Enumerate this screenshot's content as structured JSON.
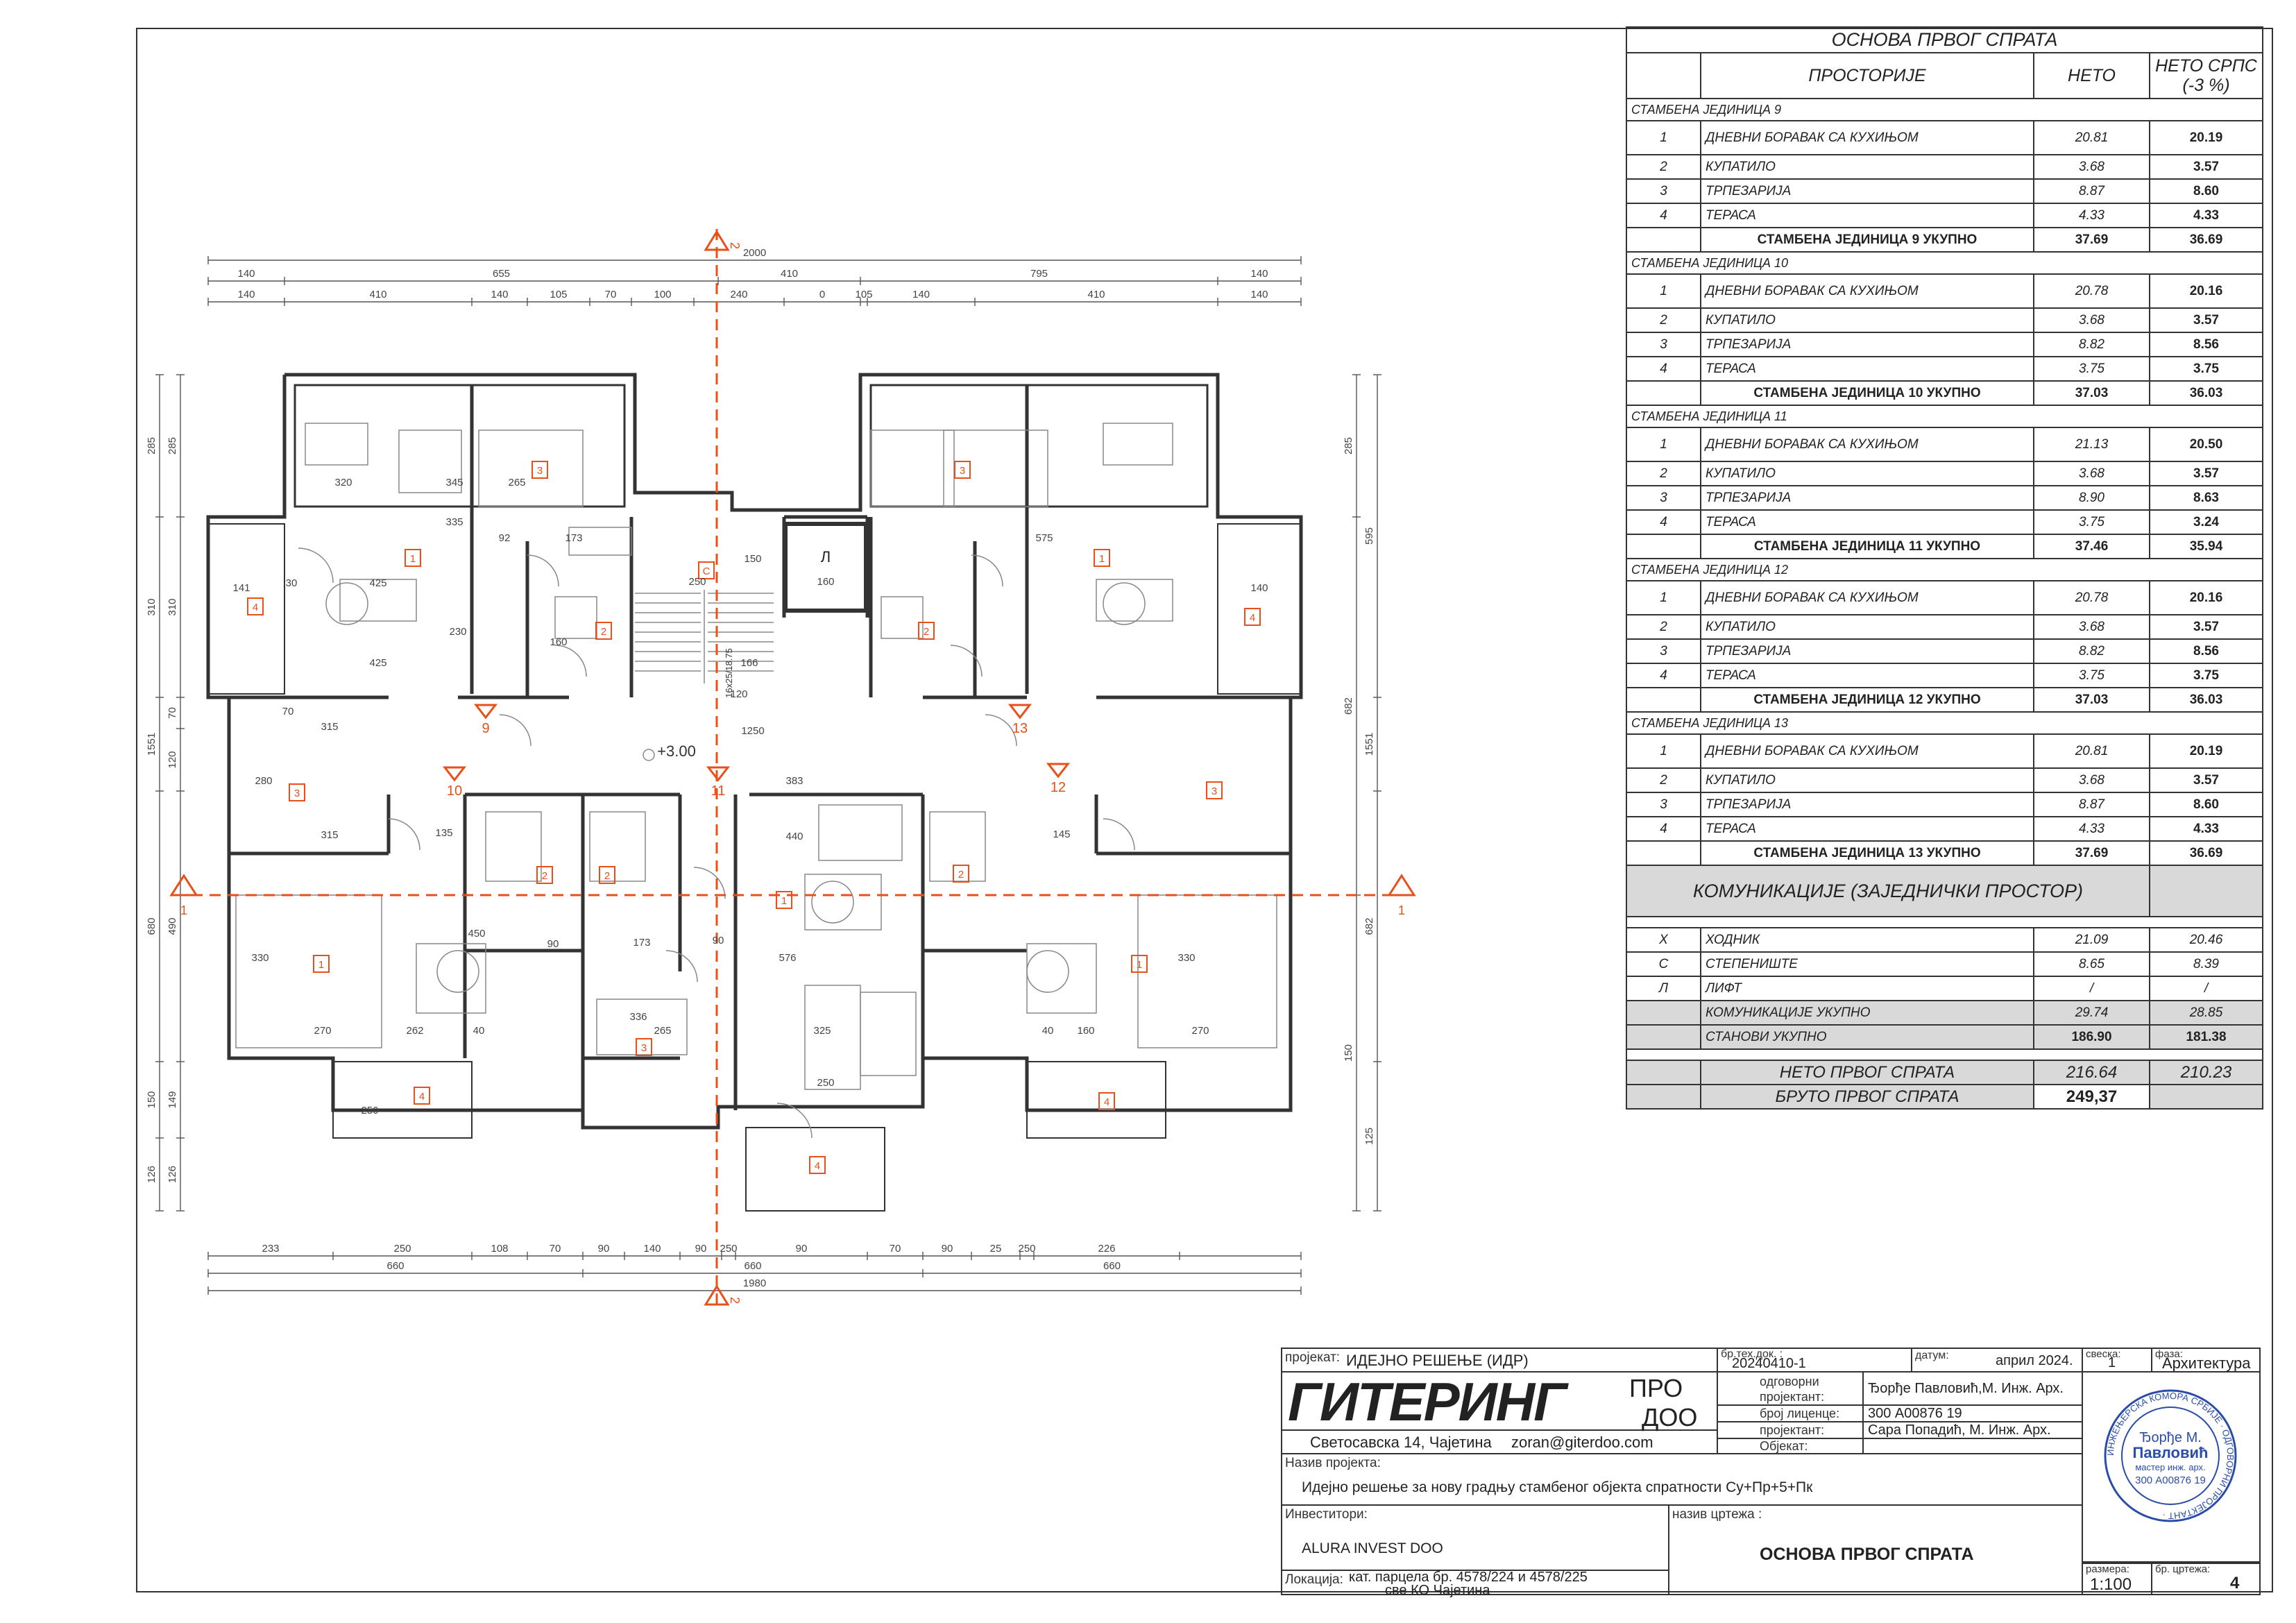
{
  "plan": {
    "dims_top_1": [
      "140",
      "655",
      "410",
      "795",
      "140"
    ],
    "dims_top_total": "2000",
    "dims_top_2": [
      "140",
      "410",
      "140",
      "105",
      "70",
      "100",
      "240",
      "0",
      "105",
      "140",
      "410",
      "140"
    ],
    "dims_bottom_1": [
      "233",
      "250",
      "108",
      "70",
      "90",
      "140",
      "90",
      "250",
      "90",
      "70",
      "90",
      "25",
      "250",
      "226"
    ],
    "dims_bottom_2": [
      "660",
      "660",
      "660"
    ],
    "dims_bottom_total": "1980",
    "dims_left_outer": [
      "285",
      "310",
      "1551",
      "680",
      "150",
      "126"
    ],
    "dims_left_inner": [
      "285",
      "310",
      "70",
      "120",
      "490",
      "149",
      "126"
    ],
    "dims_right_outer": [
      "595",
      "1551",
      "682",
      "125"
    ],
    "dims_right_inner": [
      "285",
      "682",
      "150"
    ],
    "section_2": "2",
    "section_1": "1",
    "level": "+3.00",
    "stair_note": "16x25/18.75",
    "unit_numbers": [
      "9",
      "10",
      "11",
      "12",
      "13"
    ],
    "room_tags": {
      "r1": "1",
      "r2": "2",
      "r3": "3",
      "r4": "4",
      "c": "C",
      "l": "Л"
    },
    "room_dims": [
      "320",
      "345",
      "265",
      "335",
      "425",
      "230",
      "425",
      "315",
      "315",
      "160",
      "92",
      "173",
      "250",
      "150",
      "1250",
      "160",
      "135",
      "440",
      "145",
      "450",
      "576",
      "330",
      "270",
      "262",
      "40",
      "90",
      "336",
      "265",
      "325",
      "250",
      "173",
      "90",
      "40",
      "160",
      "270",
      "120",
      "166",
      "575",
      "141",
      "140",
      "30",
      "70",
      "280",
      "383",
      "330",
      "250"
    ]
  },
  "table": {
    "title": "ОСНОВА ПРВОГ СПРАТА",
    "col_rooms": "ПРОСТОРИЈЕ",
    "col_net": "НЕТО",
    "col_srps": "НЕТО СРПС (-3 %)",
    "units": [
      {
        "name": "СТАМБЕНА ЈЕДИНИЦА 9",
        "rows": [
          [
            "1",
            "ДНЕВНИ БОРАВАК СА КУХИЊОМ",
            "20.81",
            "20.19"
          ],
          [
            "2",
            "КУПАТИЛО",
            "3.68",
            "3.57"
          ],
          [
            "3",
            "ТРПЕЗАРИЈА",
            "8.87",
            "8.60"
          ],
          [
            "4",
            "ТЕРАСА",
            "4.33",
            "4.33"
          ]
        ],
        "total_label": "СТАМБЕНА ЈЕДИНИЦА 9 УКУПНО",
        "total_net": "37.69",
        "total_srps": "36.69"
      },
      {
        "name": "СТАМБЕНА ЈЕДИНИЦА 10",
        "rows": [
          [
            "1",
            "ДНЕВНИ БОРАВАК СА КУХИЊОМ",
            "20.78",
            "20.16"
          ],
          [
            "2",
            "КУПАТИЛО",
            "3.68",
            "3.57"
          ],
          [
            "3",
            "ТРПЕЗАРИЈА",
            "8.82",
            "8.56"
          ],
          [
            "4",
            "ТЕРАСА",
            "3.75",
            "3.75"
          ]
        ],
        "total_label": "СТАМБЕНА ЈЕДИНИЦА 10 УКУПНО",
        "total_net": "37.03",
        "total_srps": "36.03"
      },
      {
        "name": "СТАМБЕНА ЈЕДИНИЦА 11",
        "rows": [
          [
            "1",
            "ДНЕВНИ БОРАВАК СА КУХИЊОМ",
            "21.13",
            "20.50"
          ],
          [
            "2",
            "КУПАТИЛО",
            "3.68",
            "3.57"
          ],
          [
            "3",
            "ТРПЕЗАРИЈА",
            "8.90",
            "8.63"
          ],
          [
            "4",
            "ТЕРАСА",
            "3.75",
            "3.24"
          ]
        ],
        "total_label": "СТАМБЕНА ЈЕДИНИЦА 11 УКУПНО",
        "total_net": "37.46",
        "total_srps": "35.94"
      },
      {
        "name": "СТАМБЕНА ЈЕДИНИЦА 12",
        "rows": [
          [
            "1",
            "ДНЕВНИ БОРАВАК СА КУХИЊОМ",
            "20.78",
            "20.16"
          ],
          [
            "2",
            "КУПАТИЛО",
            "3.68",
            "3.57"
          ],
          [
            "3",
            "ТРПЕЗАРИЈА",
            "8.82",
            "8.56"
          ],
          [
            "4",
            "ТЕРАСА",
            "3.75",
            "3.75"
          ]
        ],
        "total_label": "СТАМБЕНА ЈЕДИНИЦА 12 УКУПНО",
        "total_net": "37.03",
        "total_srps": "36.03"
      },
      {
        "name": "СТАМБЕНА ЈЕДИНИЦА 13",
        "rows": [
          [
            "1",
            "ДНЕВНИ БОРАВАК СА КУХИЊОМ",
            "20.81",
            "20.19"
          ],
          [
            "2",
            "КУПАТИЛО",
            "3.68",
            "3.57"
          ],
          [
            "3",
            "ТРПЕЗАРИЈА",
            "8.87",
            "8.60"
          ],
          [
            "4",
            "ТЕРАСА",
            "4.33",
            "4.33"
          ]
        ],
        "total_label": "СТАМБЕНА ЈЕДИНИЦА 13 УКУПНО",
        "total_net": "37.69",
        "total_srps": "36.69"
      }
    ],
    "comm_title": "КОМУНИКАЦИЈЕ (ЗАЈЕДНИЧКИ ПРОСТОР)",
    "comm_rows": [
      [
        "Х",
        "ХОДНИК",
        "21.09",
        "20.46"
      ],
      [
        "С",
        "СТЕПЕНИШТЕ",
        "8.65",
        "8.39"
      ],
      [
        "Л",
        "ЛИФТ",
        "/",
        "/"
      ]
    ],
    "comm_total": [
      "КОМУНИКАЦИЈЕ УКУПНО",
      "29.74",
      "28.85"
    ],
    "flats_total": [
      "СТАНОВИ УКУПНО",
      "186.90",
      "181.38"
    ],
    "net_floor": [
      "НЕТО ПРВОГ СПРАТА",
      "216.64",
      "210.23"
    ],
    "gross_floor": [
      "БРУТО ПРВОГ СПРАТА",
      "249,37"
    ]
  },
  "titleblock": {
    "project_label": "пројекат:",
    "project": "ИДЕЈНО РЕШЕЊЕ (ИДР)",
    "doc_label": "бр.тех.док. :",
    "doc_no": "20240410-1",
    "date_label": "датум:",
    "date": "април 2024.",
    "volume_label": "свеска:",
    "volume": "1",
    "phase_label": "фаза:",
    "phase": "Архитектура",
    "company": "ГИТЕРИНГ",
    "company_pro": "ПРО",
    "company_doo": "ДОО",
    "address": "Светосавска 14, Чајетина",
    "email": "zoran@giterdoo.com",
    "resp_label": "одговорни пројектант:",
    "resp": "Ђорђе Павловић,М. Инж. Арх.",
    "lic_label": "број лиценце:",
    "lic": "300 А00876 19",
    "designer_label": "пројектант:",
    "designer": "Сара Попадић, М. Инж. Арх.",
    "object_label": "Објекат:",
    "name_label": "Назив пројекта:",
    "name": "Идејно решење за нову градњу стамбеног објекта спратности Су+Пр+5+Пк",
    "investor_label": "Инвеститори:",
    "investor": "ALURA INVEST DOO",
    "location_label": "Локација:",
    "location_1": "кат. парцела бр. 4578/224 и 4578/225",
    "location_2": "све КО Чајетина",
    "drawing_label": "назив цртежа :",
    "drawing": "ОСНОВА ПРВОГ СПРАТА",
    "scale_label": "размера:",
    "scale": "1:100",
    "sheet_label": "бр. цртежа:",
    "sheet": "4",
    "seal_text": "ИНЖЕЊЕРСКА КОМОРА СРБИЈЕ · ОДГОВОРНИ ПРОЈЕКТАНТ ·",
    "seal_name_1": "Ђорђе М.",
    "seal_name_2": "Павловић",
    "seal_title": "мастер инж. арх.",
    "seal_lic": "300 А00876 19"
  },
  "colors": {
    "accent": "#e8501b",
    "line": "#333333",
    "thin": "#777777",
    "shade": "#d9d9d9"
  }
}
